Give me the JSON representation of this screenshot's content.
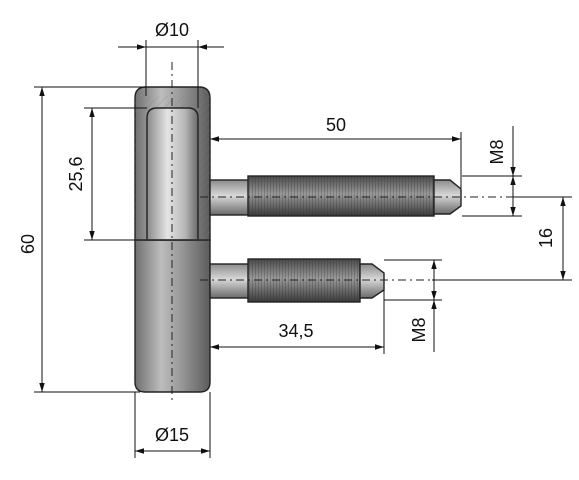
{
  "dimensions": {
    "top_diameter": "Ø10",
    "upper_sleeve_height": "25,6",
    "overall_height": "60",
    "upper_pin_length": "50",
    "upper_thread": "M8",
    "pin_spacing": "16",
    "lower_pin_length": "34,5",
    "lower_thread": "M8",
    "bottom_diameter": "Ø15"
  },
  "colors": {
    "body_dark": "#6e6e6e",
    "body_light": "#d2d2d2",
    "thread_dark": "#3a3a3a",
    "line": "#111111"
  }
}
